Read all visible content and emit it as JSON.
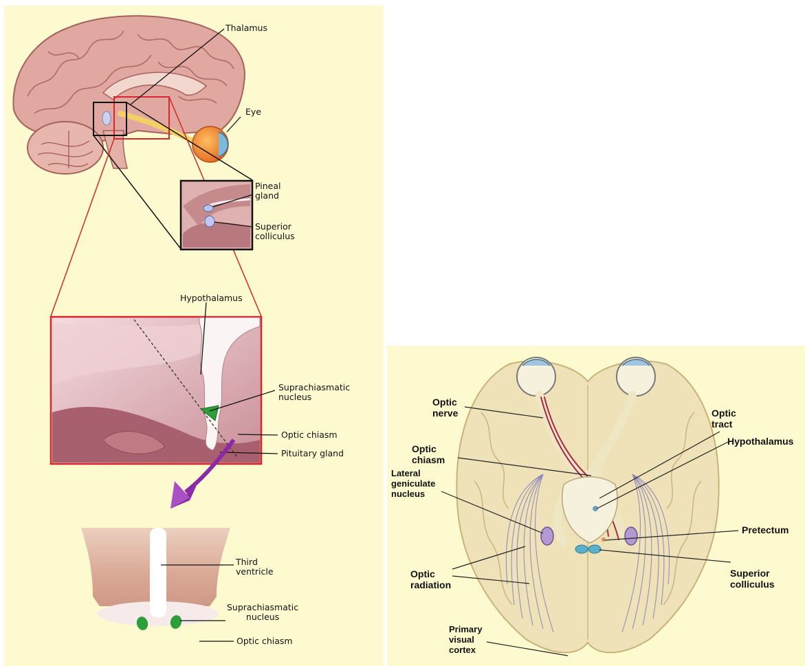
{
  "left_panel": {
    "labels": {
      "thalamus": "Thalamus",
      "eye": "Eye",
      "pineal_gland": "Pineal\ngland",
      "superior_colliculus": "Superior\ncolliculus",
      "hypothalamus": "Hypothalamus",
      "suprachiasmatic_nucleus": "Suprachiasmatic\nnucleus",
      "optic_chiasm": "Optic chiasm",
      "pituitary_gland": "Pituitary gland",
      "third_ventricle": "Third\nventricle",
      "suprachiasmatic_nucleus_2": "Suprachiasmatic\nnucleus",
      "optic_chiasm_2": "Optic chiasm"
    }
  },
  "right_panel": {
    "labels": {
      "optic_nerve": "Optic\nnerve",
      "optic_tract": "Optic\ntract",
      "optic_chiasm": "Optic\nchiasm",
      "hypothalamus": "Hypothalamus",
      "lateral_geniculate_nucleus": "Lateral\ngeniculate\nnucleus",
      "pretectum": "Pretectum",
      "optic_radiation": "Optic\nradiation",
      "superior_colliculus": "Superior\ncolliculus",
      "primary_visual_cortex": "Primary\nvisual\ncortex"
    }
  },
  "colors": {
    "panel_background": "#fdfad0",
    "brain_pink": "#d99a94",
    "zoom_box_red": "#d8262a",
    "zoom_box_black": "#111111",
    "nucleus_green": "#2e9e3a",
    "arrow_purple": "#8a2aa8",
    "brain_base_tan": "#e6d6a6"
  }
}
